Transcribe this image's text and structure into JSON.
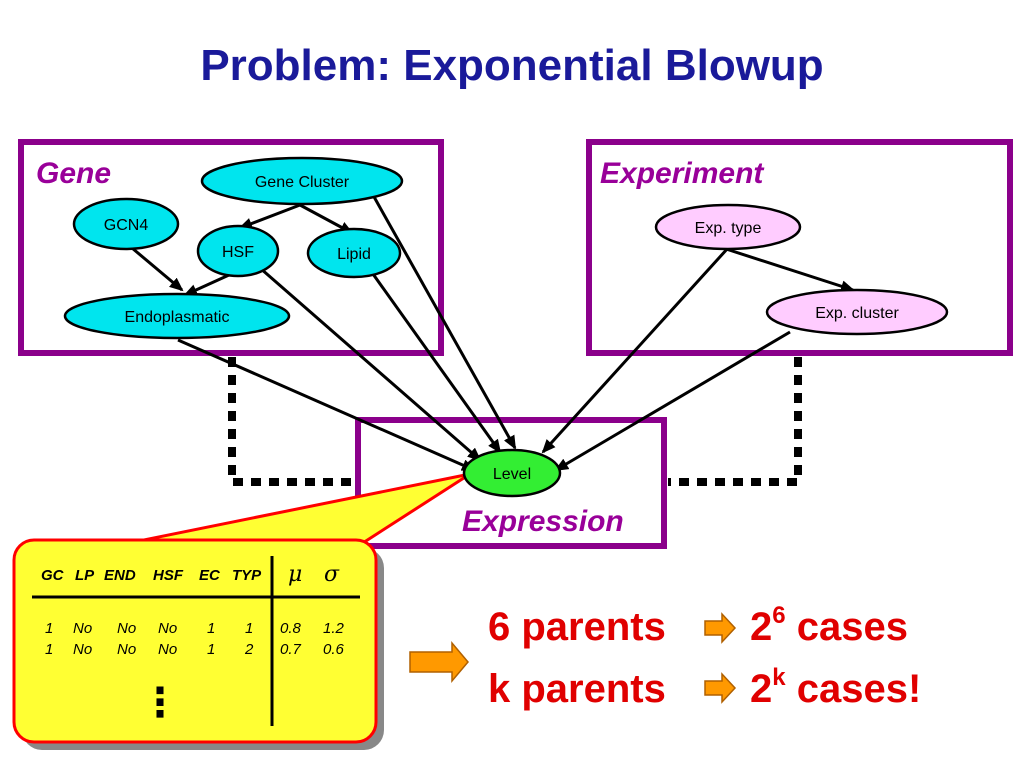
{
  "title": "Problem: Exponential Blowup",
  "boxes": {
    "gene": "Gene",
    "experiment": "Experiment",
    "expression": "Expression"
  },
  "nodes": {
    "gene_cluster": "Gene Cluster",
    "gcn4": "GCN4",
    "hsf": "HSF",
    "lipid": "Lipid",
    "endoplasmatic": "Endoplasmatic",
    "exp_type": "Exp. type",
    "exp_cluster": "Exp. cluster",
    "level": "Level"
  },
  "cpd_table": {
    "headers": [
      "GC",
      "LP",
      "END",
      "HSF",
      "EC",
      "TYP",
      "μ",
      "σ"
    ],
    "rows": [
      [
        "1",
        "No",
        "No",
        "No",
        "1",
        "1",
        "0.8",
        "1.2"
      ],
      [
        "1",
        "No",
        "No",
        "No",
        "1",
        "2",
        "0.7",
        "0.6"
      ]
    ],
    "ellipsis": "⋮"
  },
  "notes": {
    "line1_prefix": "6 parents",
    "line1_base": "2",
    "line1_exp": "6",
    "line1_suffix": "cases",
    "line2_prefix": "k parents",
    "line2_base": "2",
    "line2_exp": "k",
    "line2_suffix": "cases!"
  },
  "colors": {
    "title": "#1a1a9a",
    "box_border": "#8b008b",
    "box_label": "#990099",
    "gene_node": "#00e5ee",
    "exp_node": "#ffccff",
    "level_node": "#33ee33",
    "table_bg": "#ffff33",
    "table_border": "#ff0000",
    "note_red": "#e00000",
    "arrow_orange": "#ff9900"
  }
}
